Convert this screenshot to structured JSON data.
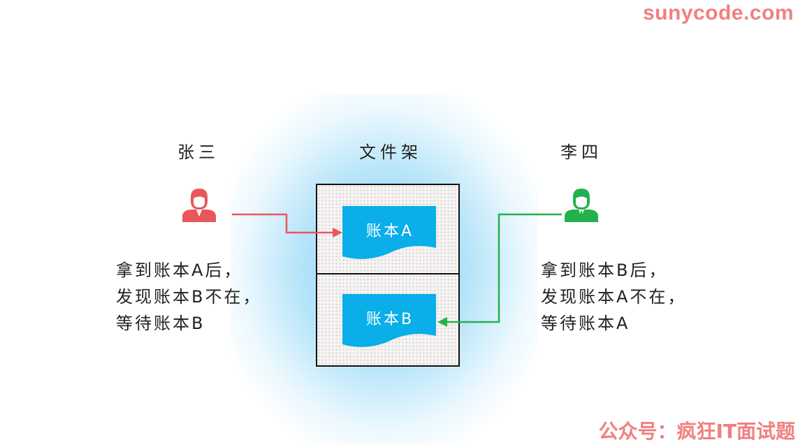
{
  "brand": "sunycode.com",
  "labels": {
    "left_person": "张三",
    "shelf": "文件架",
    "right_person": "李四"
  },
  "books": {
    "a": "账本A",
    "b": "账本B"
  },
  "notes": {
    "left": [
      "拿到账本A后，",
      "发现账本B不在，",
      "等待账本B"
    ],
    "right": [
      "拿到账本B后，",
      "发现账本A不在，",
      "等待账本A"
    ]
  },
  "footer": "公众号：疯狂IT面试题",
  "colors": {
    "left_person": "#e8575a",
    "right_person": "#22b14c",
    "book": "#0aaee9",
    "brand": "#f08080"
  }
}
